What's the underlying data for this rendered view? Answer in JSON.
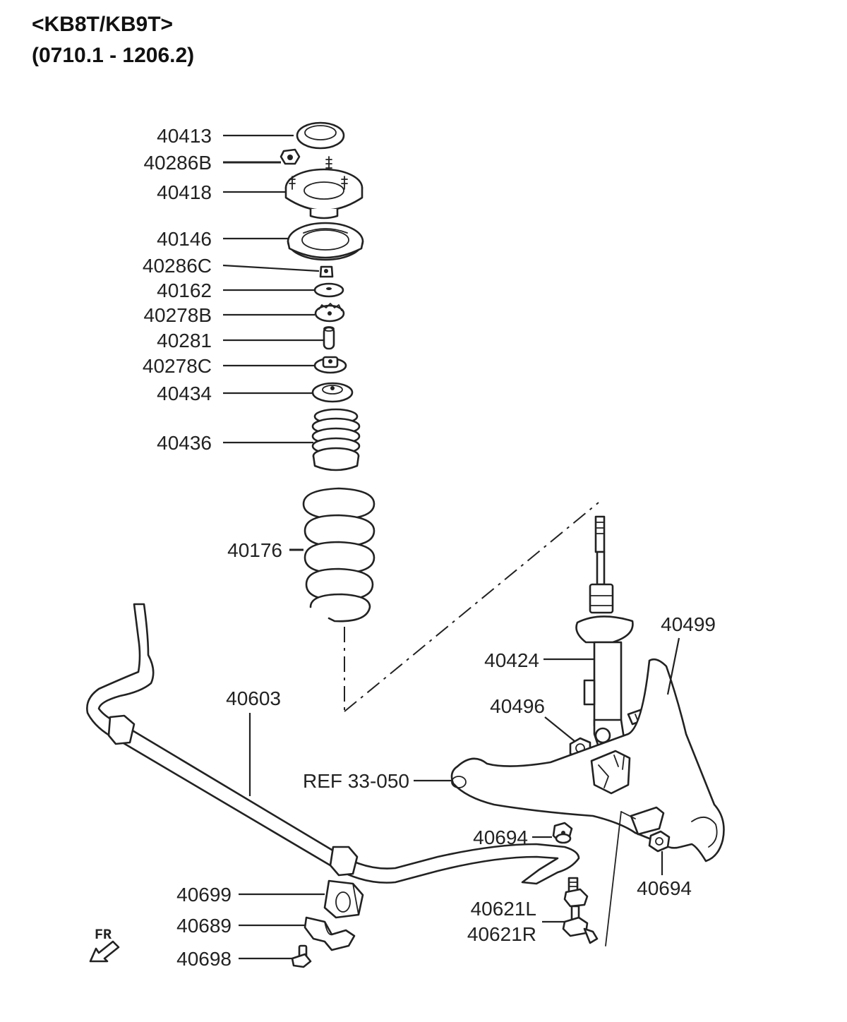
{
  "header": {
    "model": "<KB8T/KB9T>",
    "date_range": "(0710.1 - 1206.2)"
  },
  "callouts": {
    "c40413": "40413",
    "c40286B": "40286B",
    "c40418": "40418",
    "c40146": "40146",
    "c40286C": "40286C",
    "c40162": "40162",
    "c40278B": "40278B",
    "c40281": "40281",
    "c40278C": "40278C",
    "c40434": "40434",
    "c40436": "40436",
    "c40176": "40176",
    "c40603": "40603",
    "c40499": "40499",
    "c40424": "40424",
    "c40496": "40496",
    "ref": "REF 33-050",
    "c40694a": "40694",
    "c40694b": "40694",
    "c40699": "40699",
    "c40689": "40689",
    "c40698": "40698",
    "c40621L": "40621L",
    "c40621R": "40621R"
  },
  "orientation": {
    "label": "FR",
    "icon": "arrow-down-left-icon"
  }
}
